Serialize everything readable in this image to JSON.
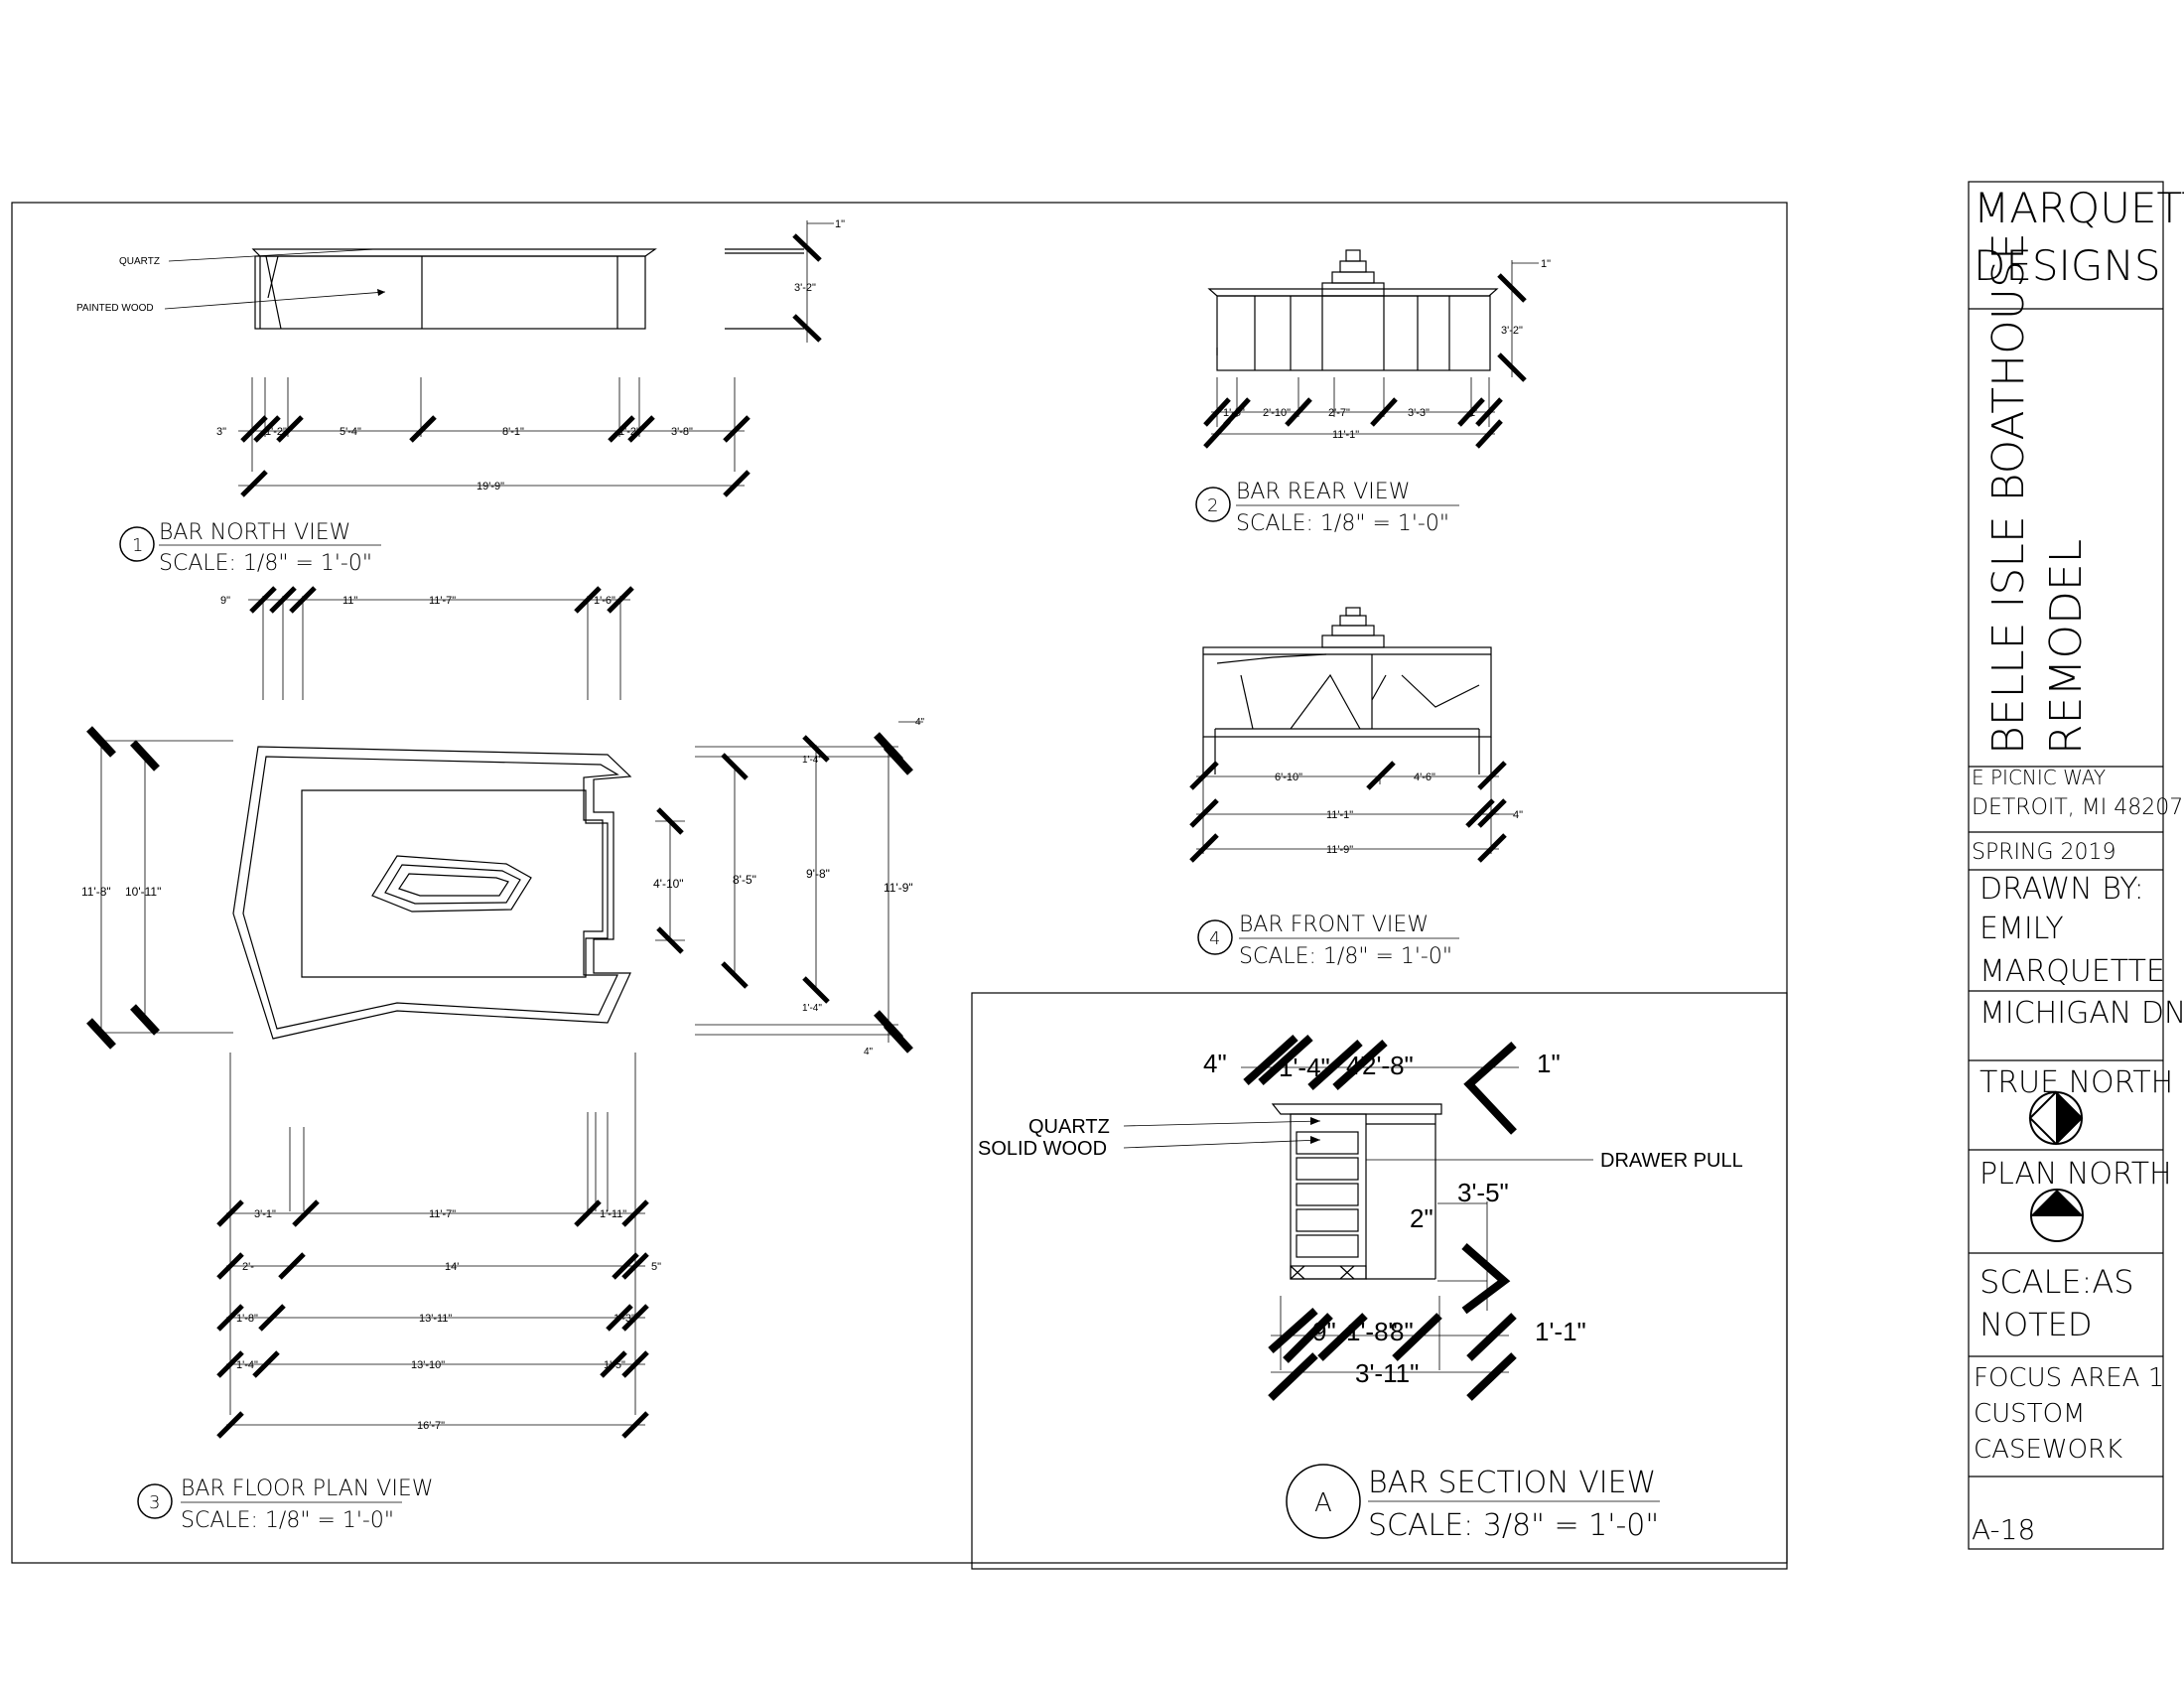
{
  "title_block": {
    "firm_line1": "MARQUETTE",
    "firm_line2": "DESIGNS",
    "project_line1": "BELLE ISLE BOATHOUSE",
    "project_line2": "REMODEL",
    "address_line1": "E PICNIC WAY",
    "address_line2": "DETROIT, MI 48207",
    "date": "SPRING 2019",
    "drawn_by_label": "DRAWN BY:",
    "drawn_by_line1": "EMILY",
    "drawn_by_line2": "MARQUETTE",
    "client": "MICHIGAN DNR",
    "true_north": "TRUE NORTH",
    "plan_north": "PLAN NORTH",
    "scale_line1": "SCALE:AS",
    "scale_line2": "NOTED",
    "focus_line1": "FOCUS AREA 1",
    "focus_line2": "CUSTOM",
    "focus_line3": "CASEWORK",
    "sheet_number": "A-18"
  },
  "views": {
    "north": {
      "number": "1",
      "title": "BAR NORTH VIEW",
      "scale": "SCALE: 1/8\" = 1'-0\"",
      "label_quartz": "QUARTZ",
      "label_painted_wood": "PAINTED WOOD",
      "dim_top": "1\"",
      "dim_height": "3'-2\"",
      "dims_row": [
        "3\"",
        "1'-2\"",
        "5'-4\"",
        "8'-1\"",
        "1'-2\"",
        "3'-8\""
      ],
      "dim_total": "19'-9\""
    },
    "rear": {
      "number": "2",
      "title": "BAR REAR VIEW",
      "scale": "SCALE: 1/8\" = 1'-0\"",
      "dim_top": "1\"",
      "dim_height": "3'-2\"",
      "dims_row": [
        "1'-5\"",
        "2'-10\"",
        "2'-7\"",
        "3'-3\"",
        "1'"
      ],
      "dim_total": "11'-1\""
    },
    "front": {
      "number": "4",
      "title": "BAR FRONT VIEW",
      "scale": "SCALE: 1/8\" = 1'-0\"",
      "dims_row": [
        "6'-10\"",
        "4'-6\""
      ],
      "dim_mid": "11'-1\"",
      "dim_side": "4\"",
      "dim_total": "11'-9\""
    },
    "plan": {
      "number": "3",
      "title": "BAR FLOOR PLAN VIEW",
      "scale": "SCALE: 1/8\" = 1'-0\"",
      "top_dims": [
        "9\"",
        "11\"",
        "11'-7\"",
        "1'-6\""
      ],
      "left_dims": [
        "11'-8\"",
        "10'-11\""
      ],
      "right_dims": [
        "4'-10\"",
        "8'-5\"",
        "9'-8\"",
        "11'-9\"",
        "4\"",
        "1'-4\"",
        "4\"",
        "1'-4\""
      ],
      "bottom_rows": [
        {
          "left": "3'-1\"",
          "mid": "11'-7\"",
          "right": "1'-11\""
        },
        {
          "left": "2'-",
          "mid": "14'",
          "right": "5\""
        },
        {
          "left": "1'-8\"",
          "mid": "13'-11\"",
          "right": "1'-3\""
        },
        {
          "left": "1'-4\"",
          "mid": "13'-10\"",
          "right": "1'-5\""
        }
      ],
      "bottom_total": "16'-7\""
    },
    "section": {
      "letter": "A",
      "title": "BAR SECTION VIEW",
      "scale": "SCALE: 3/8\" = 1'-0\"",
      "label_quartz": "QUARTZ",
      "label_solid_wood": "SOLID WOOD",
      "label_drawer_pull": "DRAWER PULL",
      "dim_4": "4\"",
      "dim_1_4": "1'-4\"",
      "dim_4b": "4\"",
      "dim_2_8": "2'-8\"",
      "dim_1": "1\"",
      "dim_3_5": "3'-5\"",
      "dim_2": "2\"",
      "dim_9": "9\"",
      "dim_8": "8\"",
      "dim_1_8": "1'-8\"",
      "dim_1_1": "1'-1\"",
      "dim_3_11": "3'-11\""
    }
  }
}
